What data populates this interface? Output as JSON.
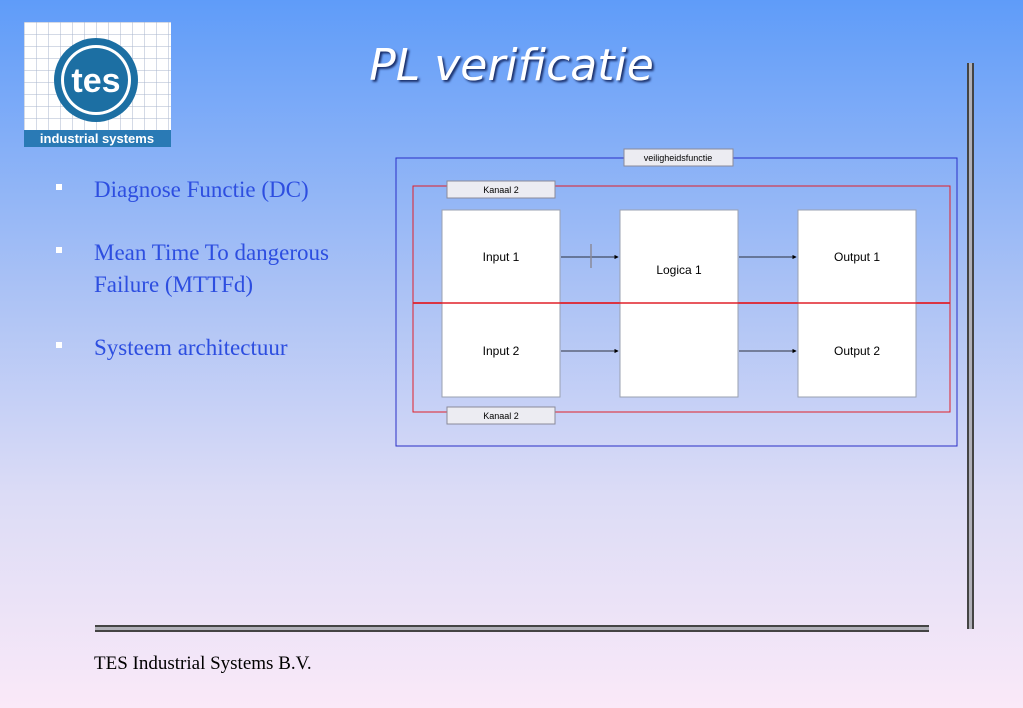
{
  "slide": {
    "title": "PL verificatie",
    "footer": "TES Industrial Systems B.V."
  },
  "logo": {
    "name": "tes",
    "tagline": "industrial systems",
    "colors": {
      "ring": "#1c6fa3",
      "band": "#2a7ab5",
      "grid": "#a9b6cc"
    }
  },
  "bullets": [
    "Diagnose Functie  (DC)",
    "Mean Time To dangerous Failure (MTTFd)",
    "Systeem architectuur"
  ],
  "diagram": {
    "outer_label": "veiligheidsfunctie",
    "channel_top_label": "Kanaal 2",
    "channel_bottom_label": "Kanaal 2",
    "input1": "Input 1",
    "input2": "Input 2",
    "logic1": "Logica 1",
    "output1": "Output 1",
    "output2": "Output 2",
    "colors": {
      "outer": "#2a2fc7",
      "channel": "#e0202a",
      "box_border": "#9aa0b0"
    }
  }
}
